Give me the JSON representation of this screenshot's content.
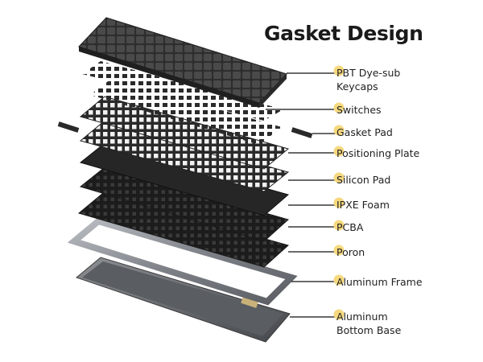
{
  "title": "Gasket Design",
  "accent_color": "#f6d97e",
  "line_color": "#111111",
  "layers": [
    {
      "name": "layer-keycaps",
      "lines": [
        "PBT Dye-sub",
        "Keycaps"
      ]
    },
    {
      "name": "layer-switches",
      "lines": [
        "Switches"
      ]
    },
    {
      "name": "layer-gasket-pad",
      "lines": [
        "Gasket Pad"
      ]
    },
    {
      "name": "layer-positioning-plate",
      "lines": [
        "Positioning Plate"
      ]
    },
    {
      "name": "layer-silicon-pad",
      "lines": [
        "Silicon Pad"
      ]
    },
    {
      "name": "layer-ixpe-foam",
      "lines": [
        "IPXE Foam"
      ]
    },
    {
      "name": "layer-pcba",
      "lines": [
        "PCBA"
      ]
    },
    {
      "name": "layer-poron",
      "lines": [
        "Poron"
      ]
    },
    {
      "name": "layer-aluminum-frame",
      "lines": [
        "Aluminum Frame"
      ]
    },
    {
      "name": "layer-aluminum-bottom-base",
      "lines": [
        "Aluminum",
        "Bottom Base"
      ]
    }
  ]
}
